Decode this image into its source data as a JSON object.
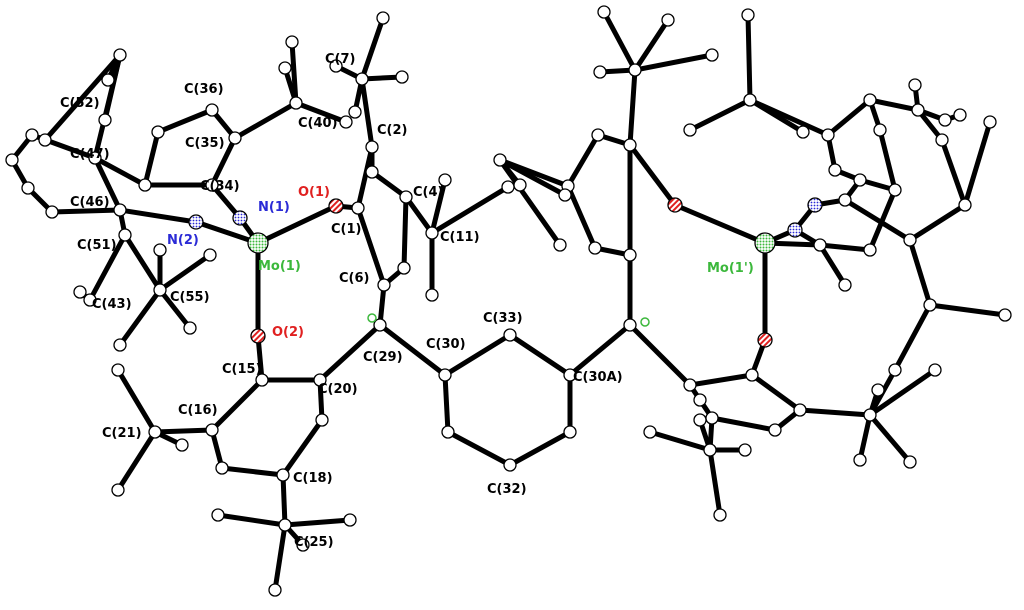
{
  "colors": {
    "carbon": "#ffffff",
    "molybdenum": "#3cb83c",
    "nitrogen": "#2b2bd6",
    "oxygen": "#e02020",
    "label_default": "#000000"
  },
  "labels": {
    "C7": "C(7)",
    "C36": "C(36)",
    "C52": "C(52)",
    "C40": "C(40)",
    "C2": "C(2)",
    "C35": "C(35)",
    "C47": "C(47)",
    "C34": "C(34)",
    "O1": "O(1)",
    "N1": "N(1)",
    "C4": "C(4)",
    "C1": "C(1)",
    "C46": "C(46)",
    "C11": "C(11)",
    "N2": "N(2)",
    "C51": "C(51)",
    "Mo1": "Mo(1)",
    "C6": "C(6)",
    "C43": "C(43)",
    "C55": "C(55)",
    "C33": "C(33)",
    "O2": "O(2)",
    "C29": "C(29)",
    "C30": "C(30)",
    "C15": "C(15)",
    "C20": "C(20)",
    "C30A": "C(30A)",
    "C16": "C(16)",
    "C21": "C(21)",
    "C18": "C(18)",
    "C32": "C(32)",
    "C25": "C(25)",
    "Mo1p": "Mo(1')"
  }
}
